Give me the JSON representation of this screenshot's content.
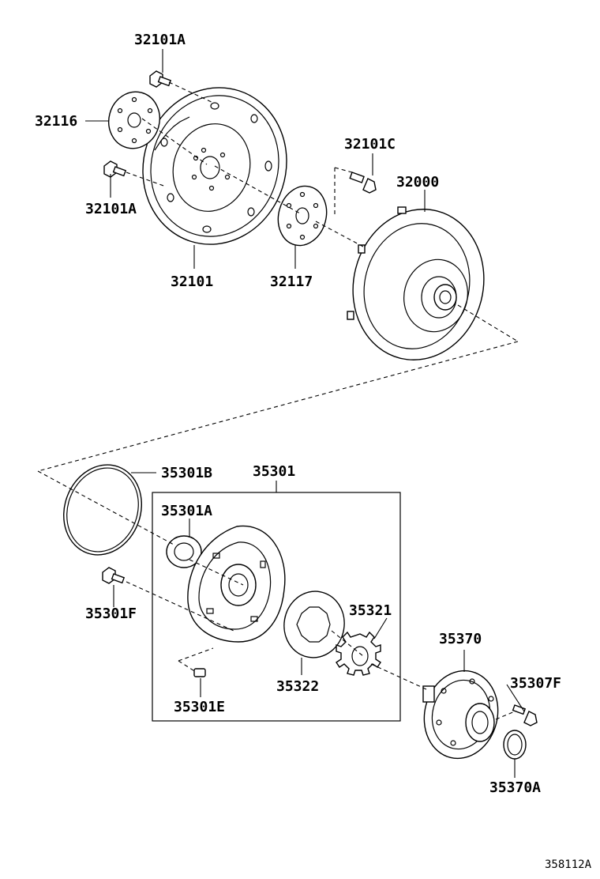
{
  "labels": {
    "p32101A_top": "32101A",
    "p32116": "32116",
    "p32101C": "32101C",
    "p32000": "32000",
    "p32101A_bottom": "32101A",
    "p32101": "32101",
    "p32117": "32117",
    "p35301B": "35301B",
    "p35301": "35301",
    "p35301A": "35301A",
    "p35321": "35321",
    "p35301F": "35301F",
    "p35370": "35370",
    "p35307F": "35307F",
    "p35322": "35322",
    "p35301E": "35301E",
    "p35370A": "35370A"
  },
  "diagram_code": "358112A"
}
